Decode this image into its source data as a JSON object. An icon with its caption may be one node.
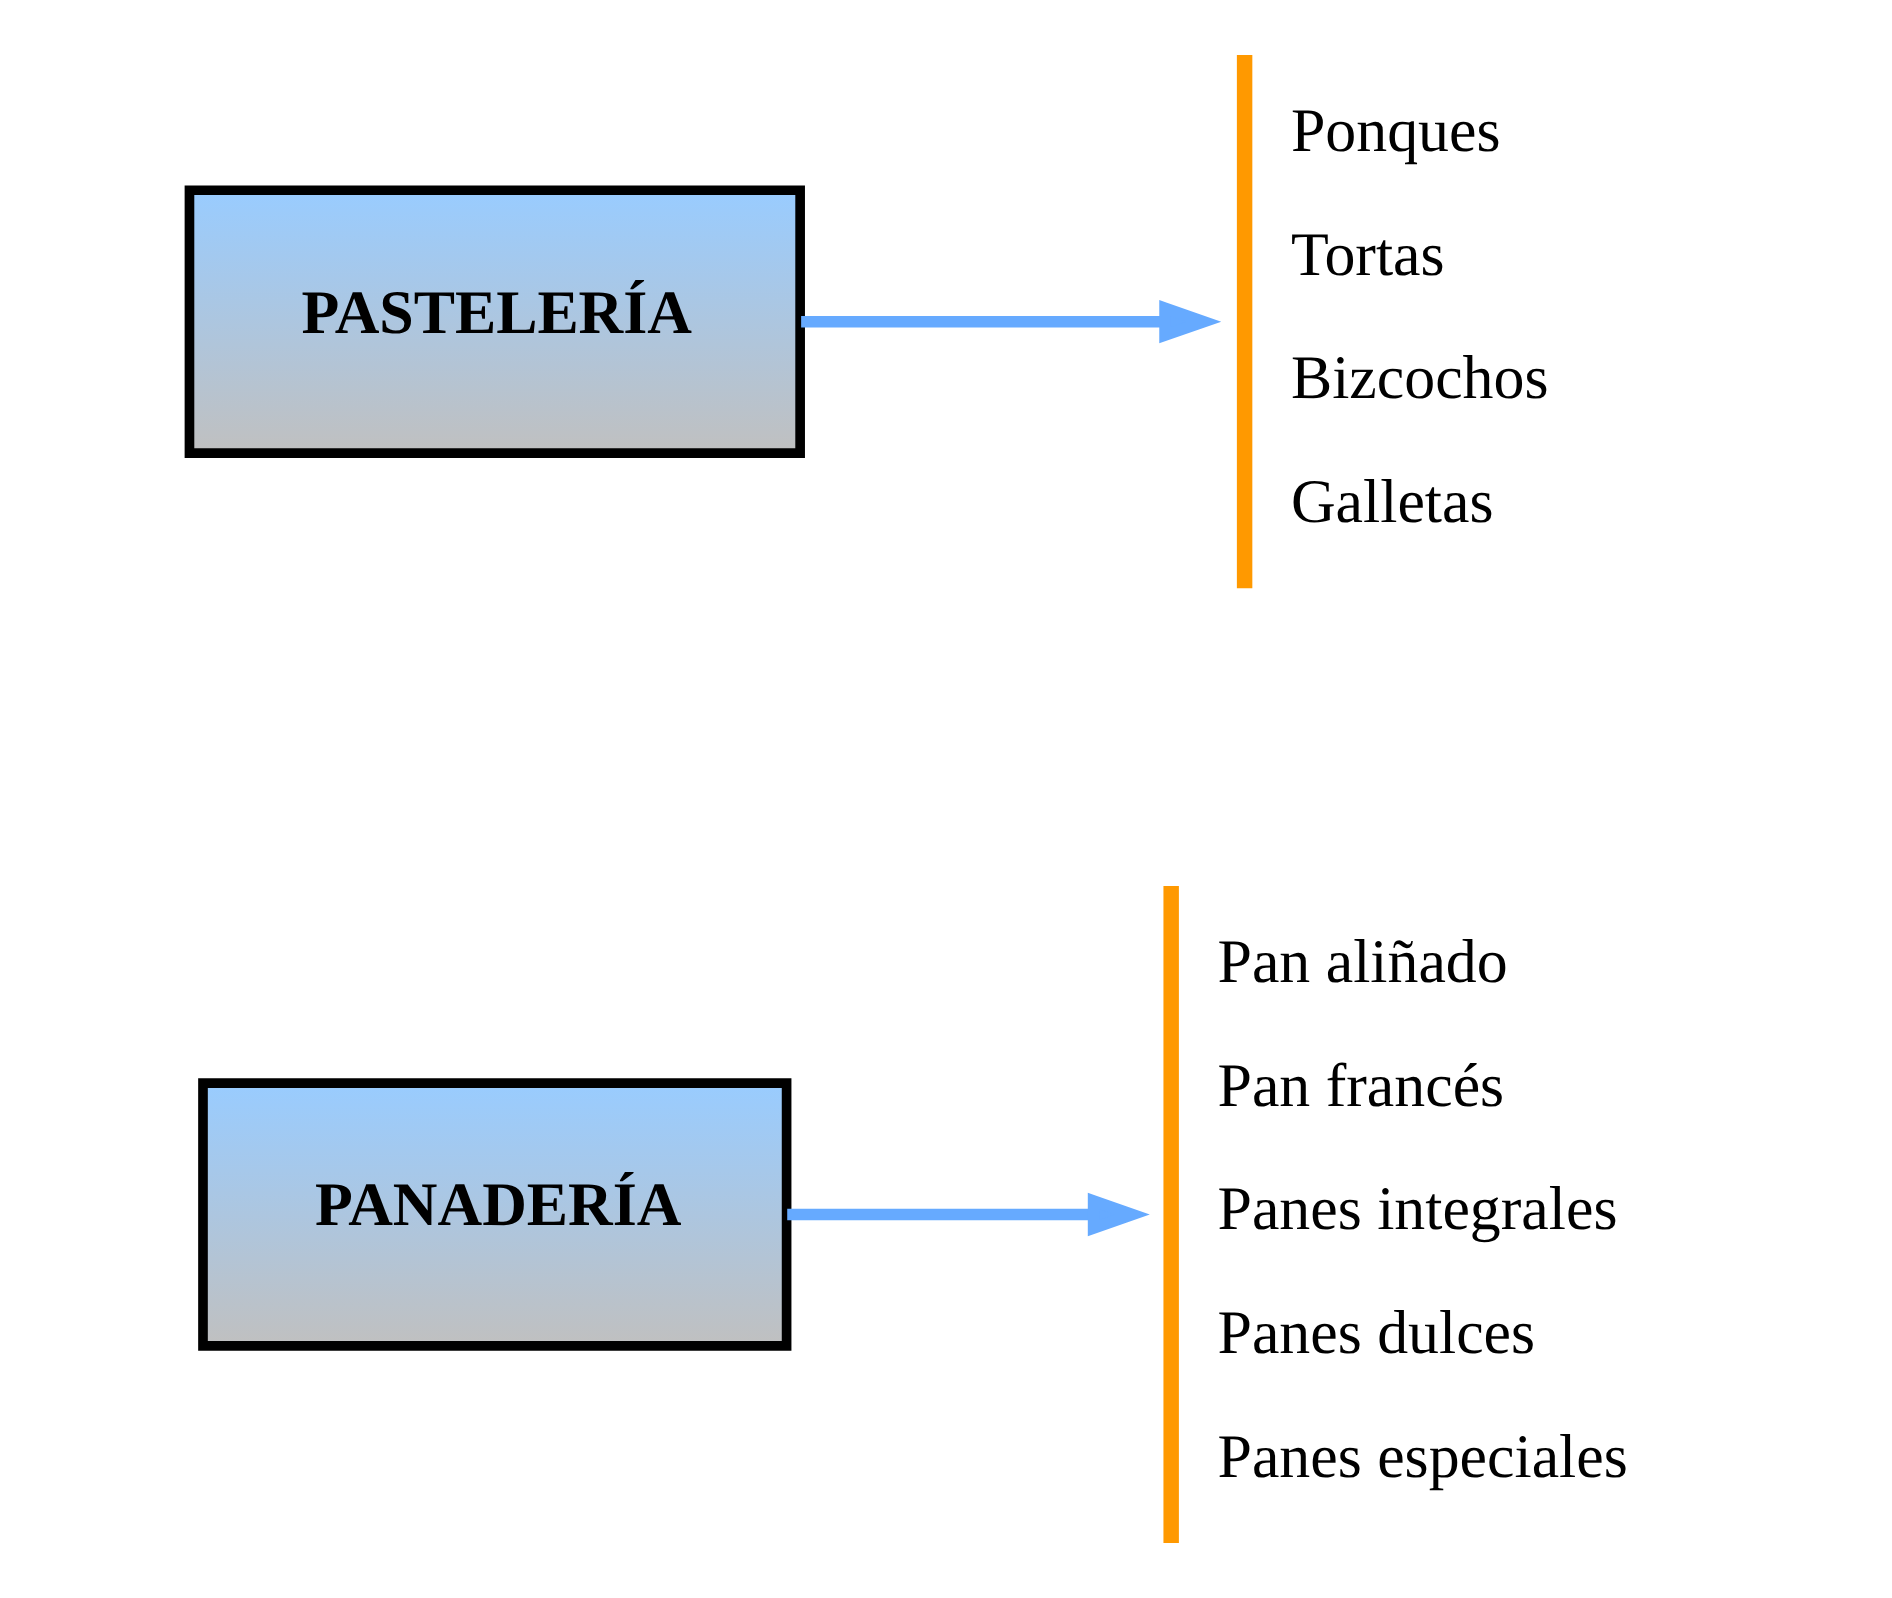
{
  "diagram": {
    "nodes": [
      {
        "text": [
          "PANADERÍA"
        ]
      },
      {
        "text": [
          "Pan aliñado",
          "Pan francés",
          "Panes integrales",
          "Panes dulces",
          "Panes especiales"
        ]
      },
      {
        "text": [
          "PASTELERÍA"
        ]
      },
      {
        "text": [
          "Ponques",
          "Tortas",
          "Bizcochos",
          "Galletas"
        ]
      }
    ],
    "edges": [
      {
        "from": 0,
        "to": 1,
        "arrow": "to"
      },
      {
        "from": 2,
        "to": 3,
        "arrow": "to"
      }
    ]
  }
}
